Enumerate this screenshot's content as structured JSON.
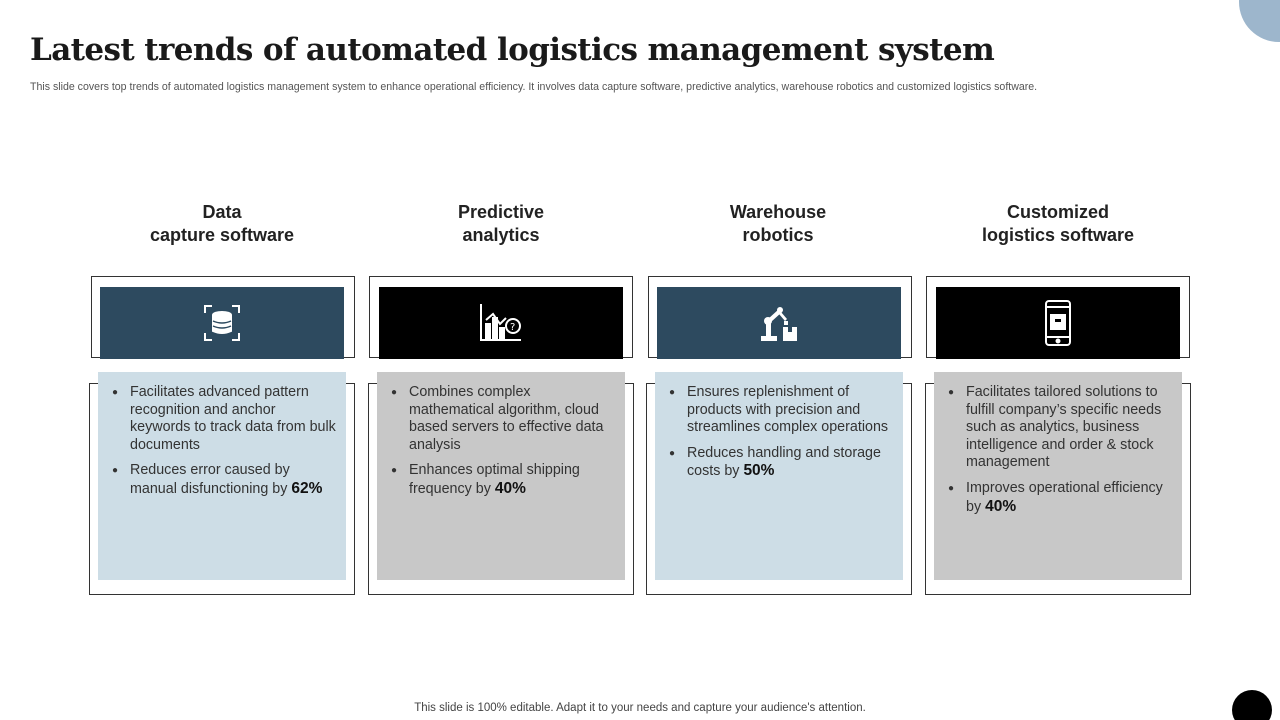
{
  "title": "Latest trends of automated logistics management system",
  "subtitle": "This slide covers top trends of automated logistics management system to enhance operational efficiency. It involves data capture  software, predictive analytics, warehouse robotics and customized logistics software.",
  "footer": "This slide is 100% editable. Adapt it to your needs and capture your audience's attention.",
  "colors": {
    "dark_blue": "#2d4a5f",
    "black": "#000000",
    "light_blue": "#cddde6",
    "grey": "#c8c8c8",
    "accent_circle": "#9db6cc"
  },
  "cards": [
    {
      "heading_line1": "Data",
      "heading_line2": "capture software",
      "icon": "database-scan-icon",
      "bullet1": "Facilitates advanced pattern recognition and anchor keywords to track data from bulk documents",
      "bullet2": "Reduces error caused  by manual disfunctioning by",
      "stat": "62%"
    },
    {
      "heading_line1": "Predictive",
      "heading_line2": "analytics",
      "icon": "chart-analytics-icon",
      "bullet1": "Combines complex mathematical algorithm, cloud based servers to effective data analysis",
      "bullet2": "Enhances optimal shipping frequency by",
      "stat": "40%"
    },
    {
      "heading_line1": "Warehouse",
      "heading_line2": "robotics",
      "icon": "robotic-arm-icon",
      "bullet1": "Ensures replenishment of products with precision and streamlines complex operations",
      "bullet2": "Reduces handling and storage costs by",
      "stat": "50%"
    },
    {
      "heading_line1": "Customized",
      "heading_line2": "logistics software",
      "icon": "mobile-app-icon",
      "bullet1": "Facilitates tailored solutions to fulfill company’s specific needs such as  analytics, business intelligence  and order & stock management",
      "bullet2": "Improves operational efficiency by",
      "stat": "40%"
    }
  ]
}
